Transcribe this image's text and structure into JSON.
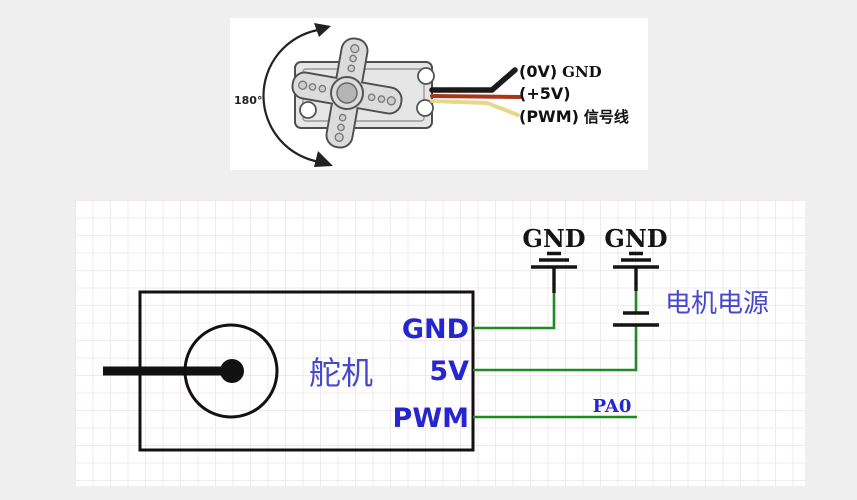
{
  "page": {
    "background": "#efefef"
  },
  "top_panel": {
    "rotation_label": "180°",
    "wire_labels": [
      {
        "main": "(0V)",
        "suffix": "GND"
      },
      {
        "main": "(+5V)",
        "suffix": ""
      },
      {
        "main": "(PWM)",
        "suffix": "信号线"
      }
    ],
    "colors": {
      "gnd_wire": "#1a1a1a",
      "power_wire": "#a93618",
      "signal_wire": "#e5d78c"
    }
  },
  "schematic": {
    "servo_label": "舵机",
    "pins": [
      {
        "label": "GND"
      },
      {
        "label": "5V"
      },
      {
        "label": "PWM"
      }
    ],
    "grounds": [
      {
        "label": "GND"
      },
      {
        "label": "GND"
      }
    ],
    "power_supply_label": "电机电源",
    "mcu_pin_label": "PA0",
    "colors": {
      "wire": "#1f8a1f",
      "pin_text": "#2626cf",
      "cjk_text": "#4848cc"
    }
  }
}
